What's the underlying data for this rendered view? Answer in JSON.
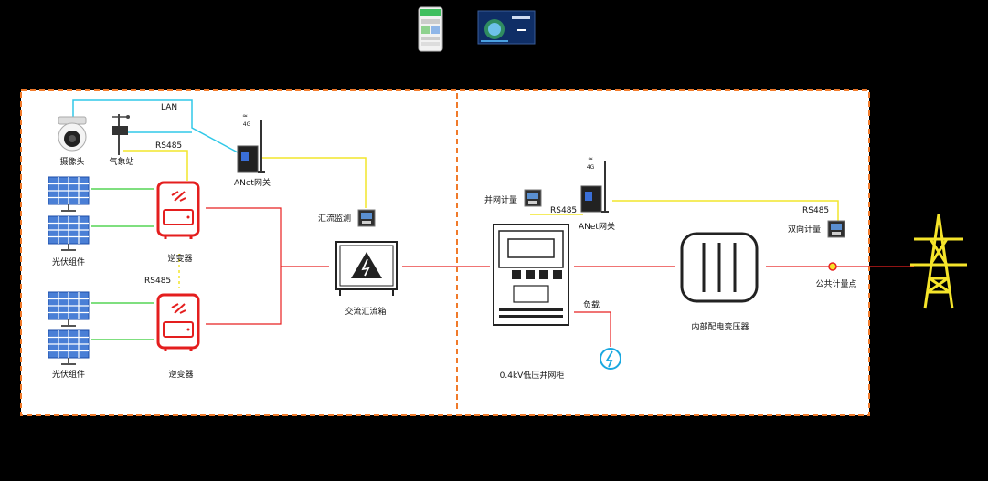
{
  "colors": {
    "background": "#000000",
    "panel": "#ffffff",
    "frame_border": "#f07a2a",
    "ac_line": "#e82020",
    "data_line_yellow": "#f2e62c",
    "pv_line_green": "#33cc33",
    "lan_line_cyan": "#30c8e8",
    "inverter_red": "#e41e1e",
    "tower_yellow": "#f5e42a"
  },
  "top_icons": {
    "phone_app": "mobile-monitoring-app",
    "dashboard": "monitoring-dashboard-screen"
  },
  "left": {
    "camera": "摄像头",
    "weather": "气象站",
    "lan": "LAN",
    "rs485_top": "RS485",
    "gateway": "ANet网关",
    "gateway_signal": "4G",
    "pv_top": "光伏组件",
    "inverter_top": "逆变器",
    "rs485_mid": "RS485",
    "pv_bottom": "光伏组件",
    "inverter_bottom": "逆变器",
    "monitor": "汇流监测",
    "combiner": "交流汇流箱"
  },
  "right": {
    "grid_meter": "并网计量",
    "rs485_gw": "RS485",
    "gateway": "ANet网关",
    "gateway_signal": "4G",
    "rs485_meter": "RS485",
    "bidir_meter": "双向计量",
    "cabinet": "0.4kV低压并网柜",
    "load": "负载",
    "transformer": "内部配电变压器",
    "pcc": "公共计量点"
  }
}
